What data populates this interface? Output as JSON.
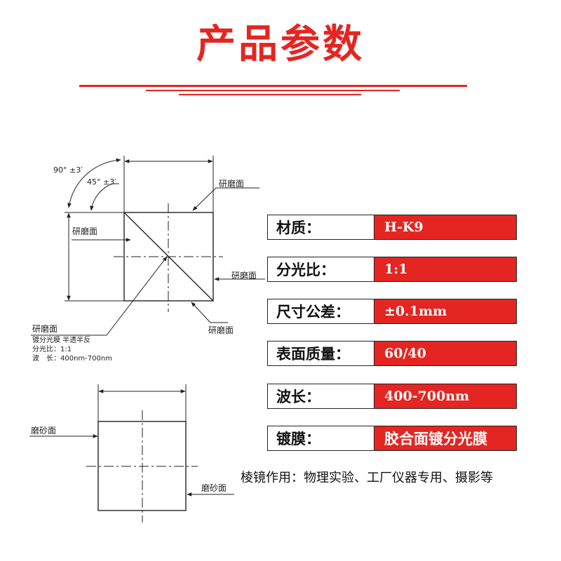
{
  "title": "产品参数",
  "theme": {
    "accent": "#e52521",
    "text": "#111111",
    "line": "#222222"
  },
  "drawing": {
    "top": {
      "angle_90": "90° ±3′",
      "angle_45": "45° ±3′",
      "label_top_right": "研磨面",
      "label_left": "研磨面",
      "label_right": "研磨面",
      "label_bottom": "研磨面",
      "notes": [
        "研磨面",
        "镀分光膜 半透半反",
        "分光比：1:1",
        "波　长：400nm-700nm"
      ]
    },
    "bottom": {
      "label_left": "磨砂面",
      "label_right": "磨砂面"
    }
  },
  "specs": [
    {
      "label": "材质：",
      "value": "H-K9"
    },
    {
      "label": "分光比：",
      "value": "1:1"
    },
    {
      "label": "尺寸公差：",
      "value": "±0.1mm"
    },
    {
      "label": "表面质量：",
      "value": "60/40"
    },
    {
      "label": "波长：",
      "value": "400-700nm"
    },
    {
      "label": "镀膜：",
      "value": "胶合面镀分光膜"
    }
  ],
  "usage": "棱镜作用：物理实验、工厂仪器专用、摄影等"
}
